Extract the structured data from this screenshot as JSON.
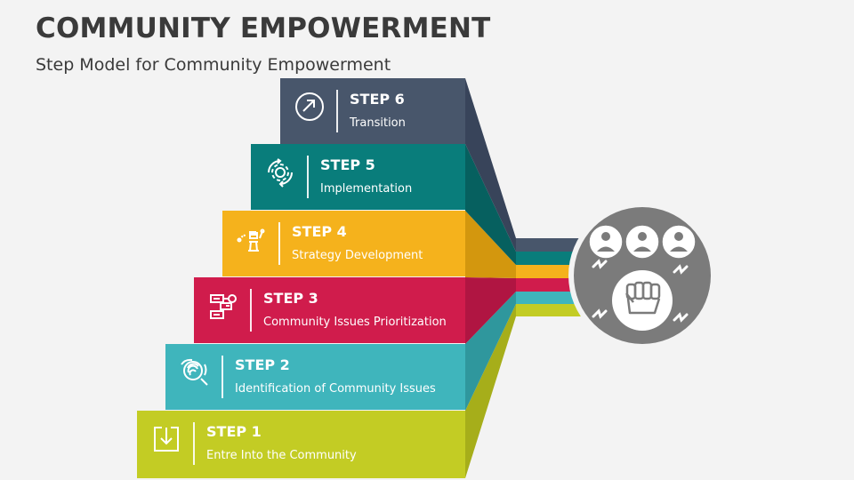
{
  "title": "COMMUNITY EMPOWERMENT",
  "subtitle": "Step Model for Community Empowerment",
  "steps": [
    {
      "label": "STEP 1",
      "description": "Entre Into the Community",
      "color": "#c3cc24",
      "icon": "download-icon"
    },
    {
      "label": "STEP 2",
      "description": "Identification of Community Issues",
      "color": "#3fb5bc",
      "icon": "fingerprint-search-icon"
    },
    {
      "label": "STEP 3",
      "description": "Community Issues Prioritization",
      "color": "#d01c4c",
      "icon": "process-flow-icon"
    },
    {
      "label": "STEP 4",
      "description": "Strategy Development",
      "color": "#f5b21c",
      "icon": "chess-strategy-icon"
    },
    {
      "label": "STEP 5",
      "description": "Implementation",
      "color": "#097d7b",
      "icon": "gear-cycle-icon"
    },
    {
      "label": "STEP 6",
      "description": "Transition",
      "color": "#48566b",
      "icon": "exit-arrow-icon"
    }
  ],
  "hub": {
    "icon": "community-fist-icon",
    "color": "#7b7b7b"
  }
}
